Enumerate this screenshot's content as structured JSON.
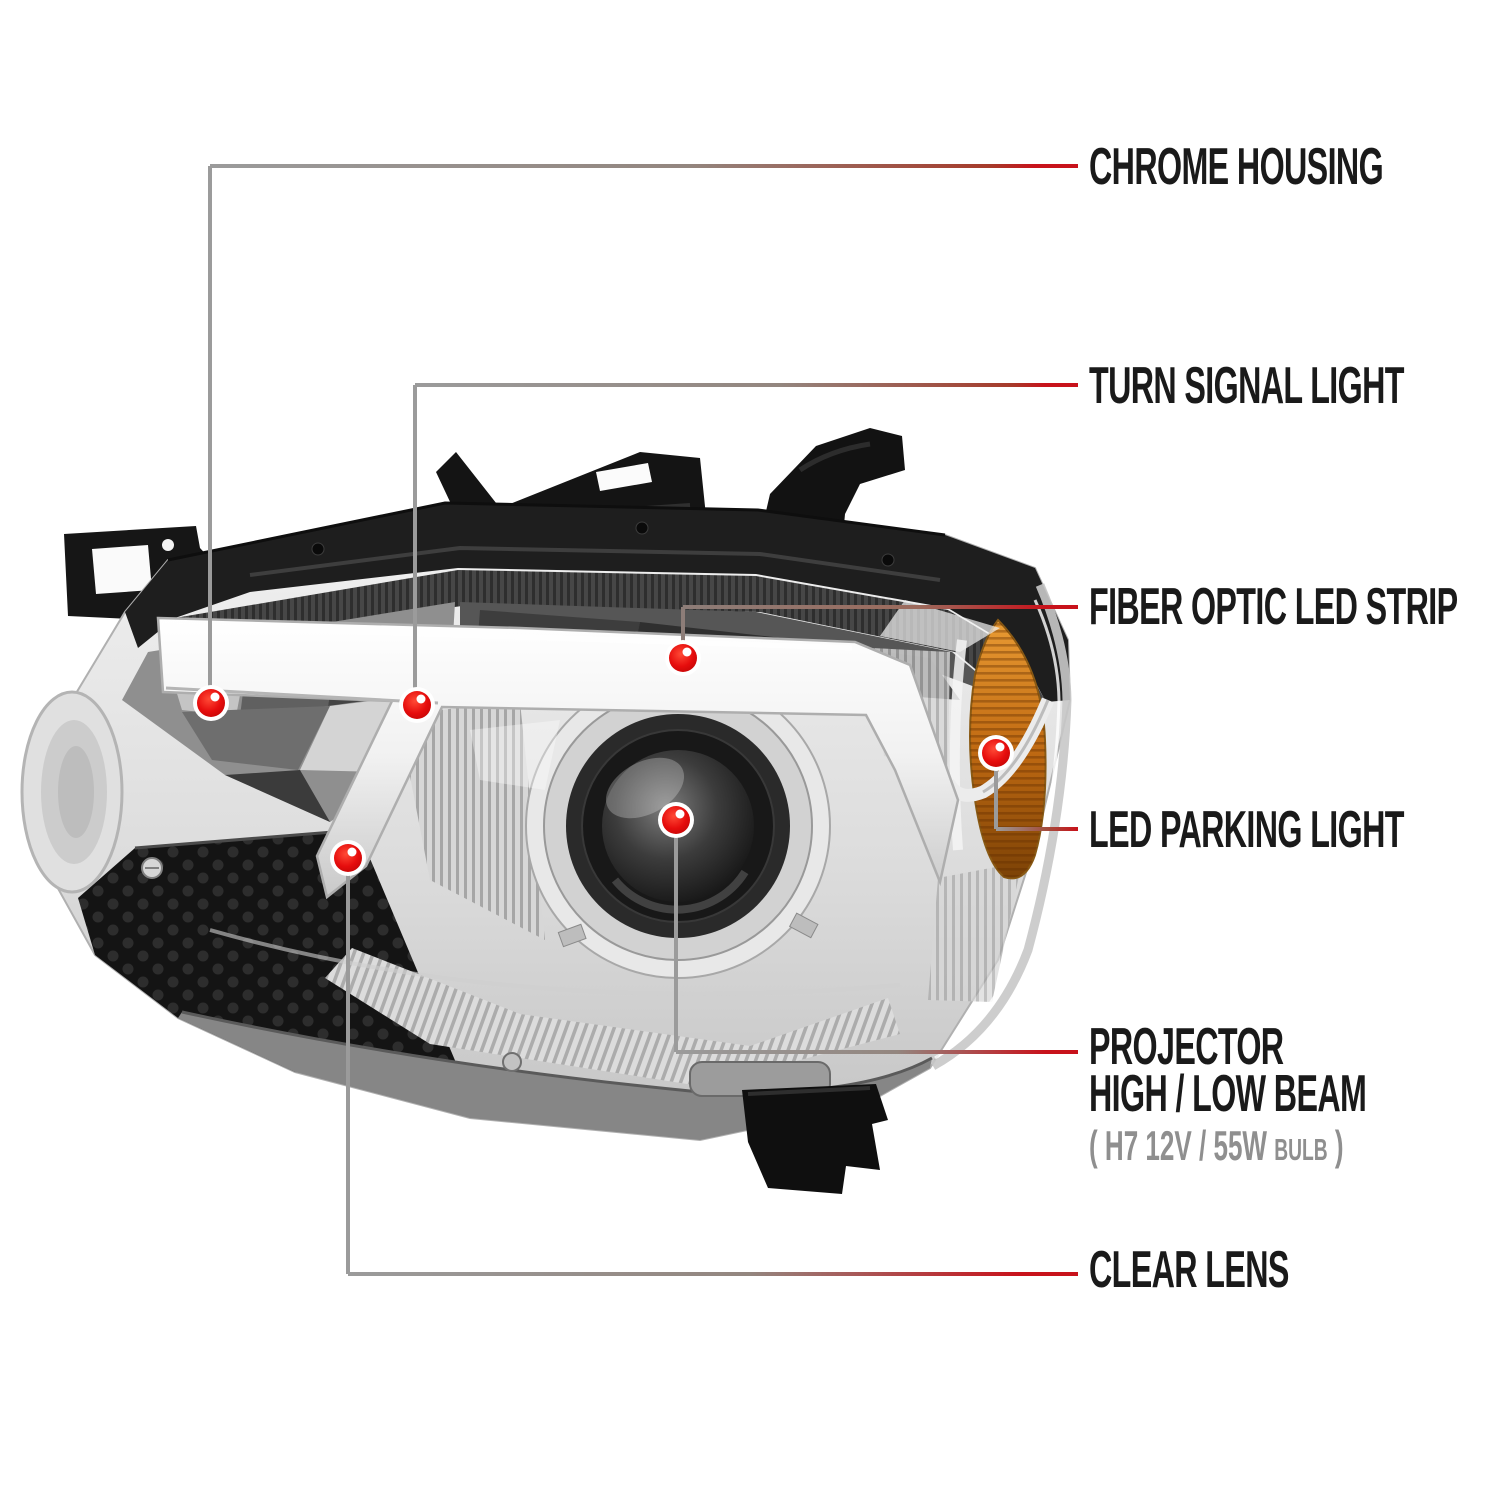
{
  "diagram": {
    "callouts": [
      {
        "id": "chrome-housing",
        "label": "CHROME HOUSING"
      },
      {
        "id": "turn-signal-light",
        "label": "TURN SIGNAL LIGHT"
      },
      {
        "id": "fiber-optic-led-strip",
        "label": "FIBER OPTIC LED STRIP"
      },
      {
        "id": "led-parking-light",
        "label": "LED PARKING LIGHT"
      },
      {
        "id": "projector-high-low-beam",
        "label": "PROJECTOR",
        "label_line2": "HIGH / LOW BEAM",
        "spec_prefix": "( H7  12V / 55W ",
        "spec_bulb": "BULB",
        "spec_suffix": " )"
      },
      {
        "id": "clear-lens",
        "label": "CLEAR LENS"
      }
    ],
    "colors": {
      "accent_red": "#c8121b",
      "marker_red": "#e60d0d",
      "leader_gray": "#9b9b9b",
      "label_text": "#1a1a1a",
      "spec_text": "#8f8f8f",
      "amber": "#c06a12"
    }
  }
}
